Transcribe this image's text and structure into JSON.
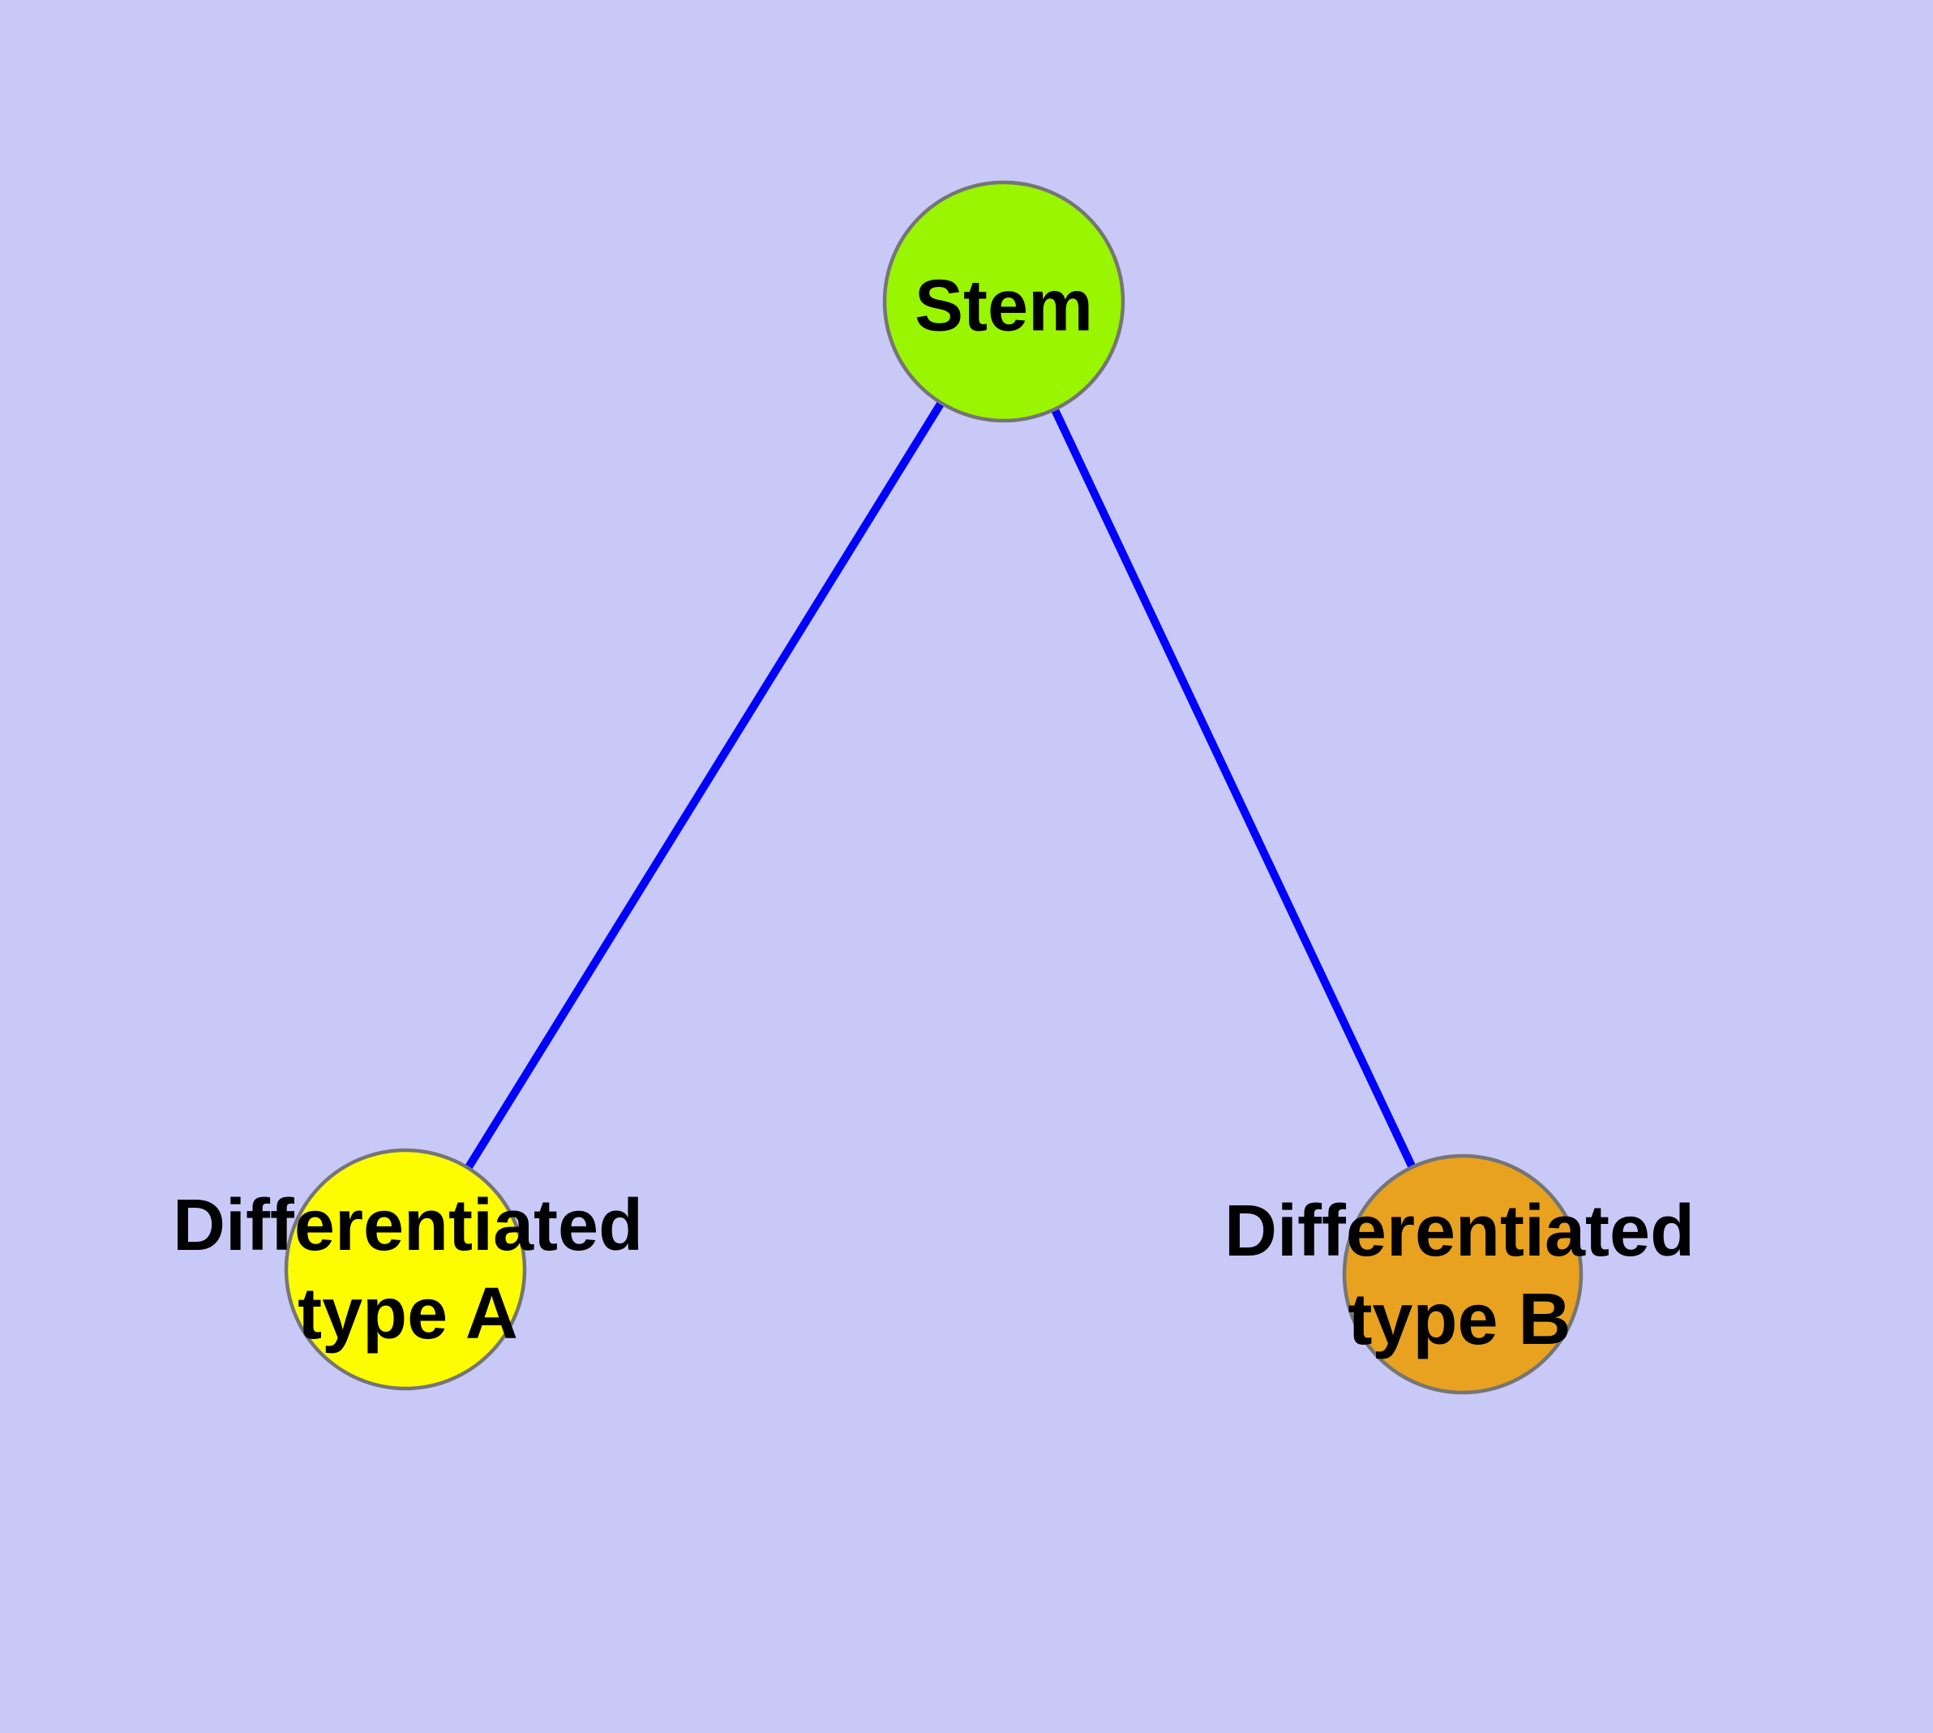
{
  "diagram": {
    "background_color": "#c9c9f8",
    "edge_color": "#0000ff",
    "node_border_color": "#757575",
    "label_color": "#000000",
    "nodes": {
      "stem": {
        "label": "Stem",
        "color": "#99f500"
      },
      "type_a": {
        "label_line1": "Differentiated",
        "label_line2": "type A",
        "color": "#fdfd00"
      },
      "type_b": {
        "label_line1": "Differentiated",
        "label_line2": "type B",
        "color": "#e8a21f"
      }
    },
    "edges": [
      {
        "from": "Stem",
        "to": "Differentiated type A"
      },
      {
        "from": "Stem",
        "to": "Differentiated type B"
      }
    ]
  }
}
